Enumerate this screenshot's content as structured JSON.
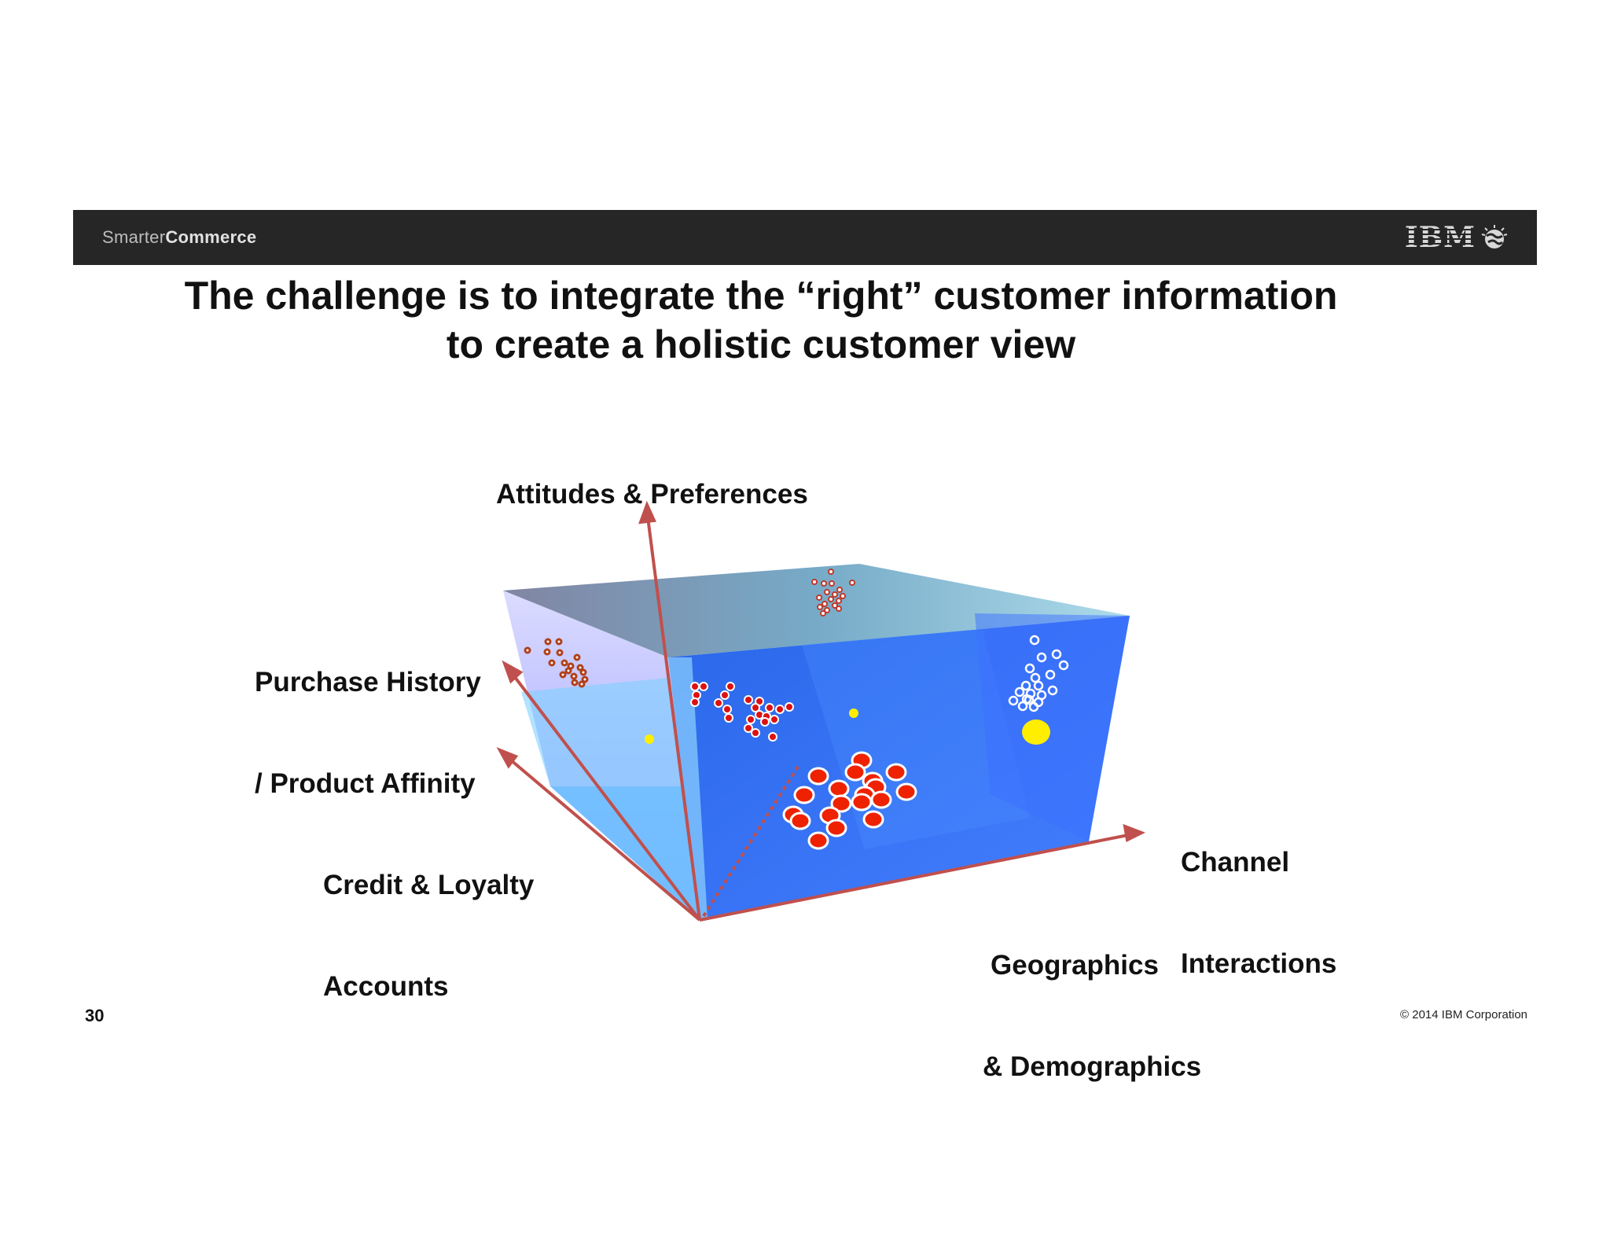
{
  "header": {
    "brand_prefix": "Smarter",
    "brand_suffix": "Commerce",
    "logo_text": "IBM",
    "logo_icon": "globe-icon"
  },
  "title": {
    "line1": "The challenge is to integrate the “right” customer information",
    "line2": "to create a holistic customer view"
  },
  "axes": {
    "attitudes": "Attitudes & Preferences",
    "purchase_line1": "Purchase History",
    "purchase_line2": "/ Product Affinity",
    "credit_line1": "Credit & Loyalty",
    "credit_line2": "Accounts",
    "channel_line1": "Channel",
    "channel_line2": "Interactions",
    "geo_line1": "Geographics",
    "geo_line2": "& Demographics"
  },
  "colors": {
    "axis_arrow": "#c0504d",
    "cluster_red": "#ee2200",
    "highlight_yellow": "#ffee00",
    "cube_blue": "#2f6cf0"
  },
  "footer": {
    "page_number": "30",
    "copyright": "© 2014 IBM Corporation"
  }
}
